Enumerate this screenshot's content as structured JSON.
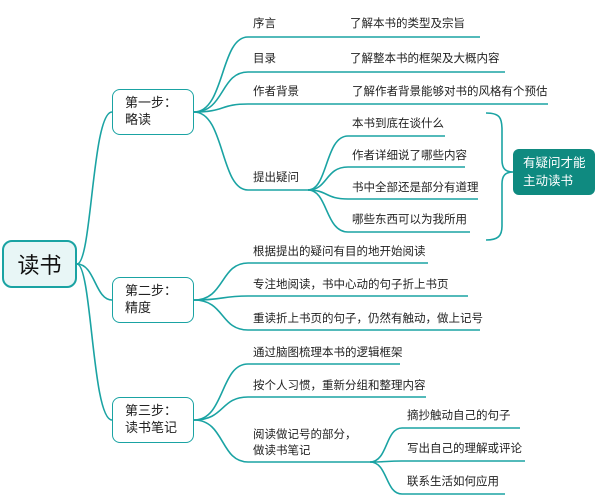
{
  "root": {
    "label": "读书"
  },
  "steps": [
    {
      "label_line1": "第一步：",
      "label_line2": "略读",
      "items": [
        {
          "label": "序言",
          "detail": "了解本书的类型及宗旨"
        },
        {
          "label": "目录",
          "detail": "了解整本书的框架及大概内容"
        },
        {
          "label": "作者背景",
          "detail": "了解作者背景能够对书的风格有个预估"
        },
        {
          "label": "提出疑问",
          "children": [
            "本书到底在谈什么",
            "作者详细说了哪些内容",
            "书中全部还是部分有道理",
            "哪些东西可以为我所用"
          ]
        }
      ]
    },
    {
      "label_line1": "第二步：",
      "label_line2": "精度",
      "items": [
        {
          "label": "根据提出的疑问有目的地开始阅读"
        },
        {
          "label": "专注地阅读，书中心动的句子折上书页"
        },
        {
          "label": "重读折上书页的句子，仍然有触动，做上记号"
        }
      ]
    },
    {
      "label_line1": "第三步：",
      "label_line2": "读书笔记",
      "items": [
        {
          "label": "通过脑图梳理本书的逻辑框架"
        },
        {
          "label": "按个人习惯，重新分组和整理内容"
        },
        {
          "label_line1": "阅读做记号的部分，",
          "label_line2": "做读书笔记",
          "children": [
            "摘抄触动自己的句子",
            "写出自己的理解或评论",
            "联系生活如何应用"
          ]
        }
      ]
    }
  ],
  "callout": {
    "line1": "有疑问才能",
    "line2": "主动读书"
  },
  "colors": {
    "branch": "#1aa3a3",
    "callout_bg": "#0f8a80",
    "root_bg": "#e8f6f6"
  }
}
